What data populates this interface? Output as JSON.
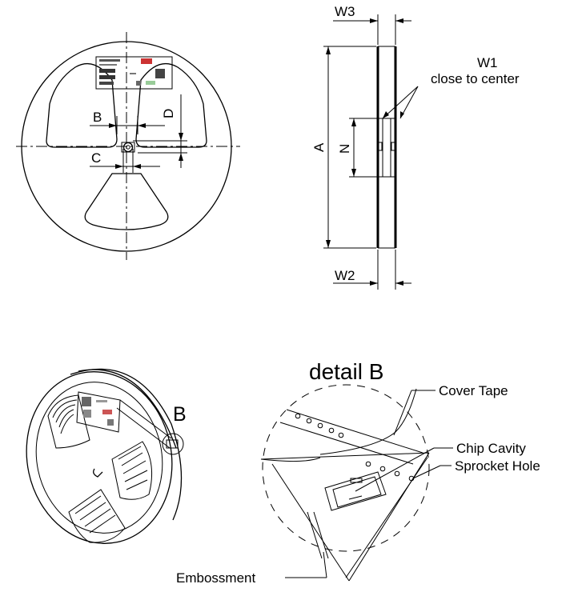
{
  "reel_front_view": {
    "dim_b": "B",
    "dim_c": "C",
    "dim_d": "D"
  },
  "reel_side_view": {
    "dim_w3": "W3",
    "dim_w1": "W1",
    "w1_note": "close to center",
    "dim_a": "A",
    "dim_n": "N",
    "dim_w2": "W2"
  },
  "reel_isometric": {
    "detail_marker": "B"
  },
  "detail_b": {
    "title": "detail B",
    "cover_tape": "Cover Tape",
    "chip_cavity": "Chip Cavity",
    "sprocket_hole": "Sprocket Hole",
    "embossment": "Embossment"
  }
}
